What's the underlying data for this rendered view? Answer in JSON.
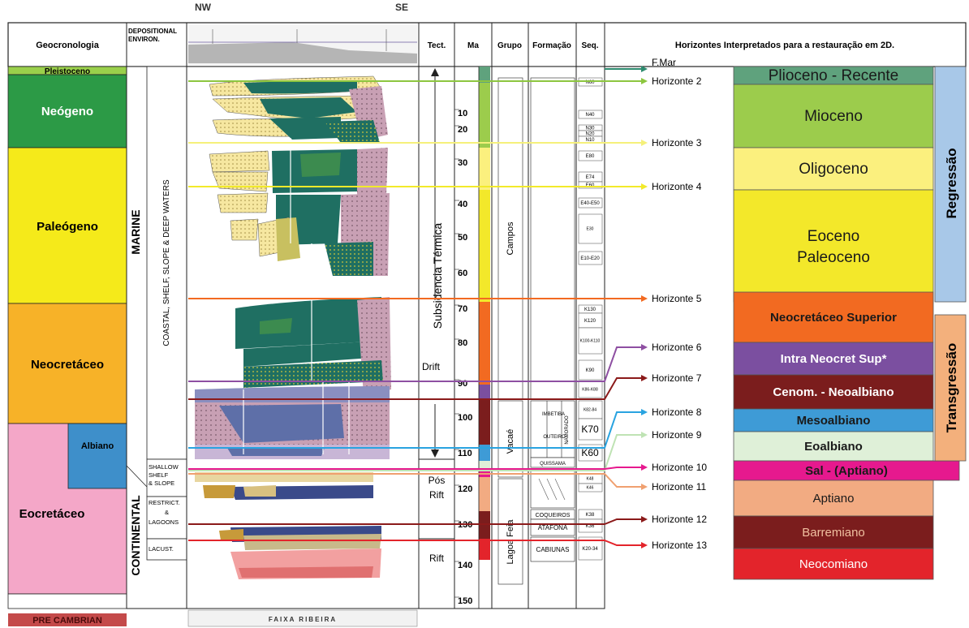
{
  "header": {
    "col_geocronologia": "Geocronologia",
    "col_depositional_1": "DEPOSITIONAL",
    "col_depositional_2": "ENVIRON.",
    "col_tect": "Tect.",
    "col_ma": "Ma",
    "col_grupo": "Grupo",
    "col_formacao": "Formação",
    "col_seq": "Seq.",
    "col_horizontes": "Horizontes Interpretados para a restauração em 2D.",
    "nw": "NW",
    "se": "SE"
  },
  "periods": [
    {
      "label": "Pleistoceno",
      "color": "#9ad04b"
    },
    {
      "label": "Neógeno",
      "color": "#2c9a46"
    },
    {
      "label": "Paleógeno",
      "color": "#f5ea1a"
    },
    {
      "label": "Neocretáceo",
      "color": "#f7b228"
    },
    {
      "label": "Eocretáceo",
      "color": "#f4a7c8"
    }
  ],
  "albiano": {
    "label": "Albiano",
    "color": "#3e8fca"
  },
  "pre_cambrian": "PRE CAMBRIAN",
  "environments": {
    "marine": "MARINE",
    "continental": "CONTINENTAL",
    "coastal": "COASTAL, SHELF, SLOPE & DEEP WATERS",
    "shallow": [
      "SHALLOW",
      "SHELF",
      "& SLOPE"
    ],
    "restrict": [
      "RESTRICT.",
      "&",
      "LAGOONS"
    ],
    "lacust": "LACUST."
  },
  "faixa": "FAIXA RIBEIRA",
  "tectonics": {
    "subsidencia": "Subsidencia Térmica",
    "drift": "Drift",
    "pos": "Pós",
    "rift_1": "Rift",
    "rift_2": "Rift"
  },
  "ma_ticks": [
    "10",
    "20",
    "30",
    "40",
    "50",
    "60",
    "70",
    "80",
    "90",
    "100",
    "110",
    "120",
    "130",
    "140",
    "150"
  ],
  "groups": {
    "campos": "Campos",
    "vacae": "Vacaé",
    "lagoa_feia": "Lagoa Feia"
  },
  "formations": {
    "coqueiros": "COQUEIROS",
    "atafona": "ATAFONA",
    "cabiunas": "CABIUNAS",
    "quissama": "QUISSAMA",
    "outeiro": "OUTEIRO",
    "imbetiba": "IMBETIBA",
    "namorado": "NAMORADO"
  },
  "sequences": [
    "N60",
    "N40",
    "N30",
    "N20",
    "N10",
    "E80",
    "E74",
    "E60",
    "E40-E50",
    "E30",
    "E10-E20",
    "K130",
    "K120",
    "K100-K110",
    "K90",
    "K86-K88",
    "K82-84",
    "K70",
    "K60",
    "K48",
    "K46",
    "K38",
    "K36",
    "K20-34"
  ],
  "horizons": [
    {
      "label": "F.Mar",
      "color": "#2e8b6f"
    },
    {
      "label": "Horizonte 2",
      "color": "#8dc63f"
    },
    {
      "label": "Horizonte 3",
      "color": "#f5f07a"
    },
    {
      "label": "Horizonte 4",
      "color": "#f2ea2a"
    },
    {
      "label": "Horizonte 5",
      "color": "#f26a21"
    },
    {
      "label": "Horizonte 6",
      "color": "#8e4fa2"
    },
    {
      "label": "Horizonte 7",
      "color": "#8b1a1a"
    },
    {
      "label": "Horizonte 8",
      "color": "#29a3e0"
    },
    {
      "label": "Horizonte 9",
      "color": "#bfe3b4"
    },
    {
      "label": "Horizonte 10",
      "color": "#e6198e"
    },
    {
      "label": "Horizonte 11",
      "color": "#f0a070"
    },
    {
      "label": "Horizonte 12",
      "color": "#8b1a1a"
    },
    {
      "label": "Horizonte 13",
      "color": "#e3242b"
    }
  ],
  "legend": [
    {
      "label": "Plioceno - Recente",
      "color": "#5fa27d",
      "text_color": "#1a1a1a"
    },
    {
      "label": "Mioceno",
      "color": "#9ccc4c",
      "text_color": "#1a1a1a"
    },
    {
      "label": "Oligoceno",
      "color": "#fbf07e",
      "text_color": "#1a1a1a"
    },
    {
      "label": "Eoceno",
      "label2": "Paleoceno",
      "color": "#f3e82a",
      "text_color": "#1a1a1a"
    },
    {
      "label": "Neocretáceo Superior",
      "color": "#f26a21",
      "text_color": "#1a1a1a"
    },
    {
      "label": "Intra Neocret Sup*",
      "color": "#7b4fa0",
      "text_color": "#ffffff"
    },
    {
      "label": "Cenom. - Neoalbiano",
      "color": "#7b1d1d",
      "text_color": "#ffffff"
    },
    {
      "label": "Mesoalbiano",
      "color": "#3e9bd6",
      "text_color": "#1a1a1a"
    },
    {
      "label": "Eoalbiano",
      "color": "#dff0d8",
      "text_color": "#1a1a1a"
    },
    {
      "label": "Sal - (Aptiano)",
      "color": "#e6198e",
      "text_color": "#1a1a1a"
    },
    {
      "label": "Aptiano",
      "color": "#f2ab82",
      "text_color": "#1a1a1a"
    },
    {
      "label": "Barremiano",
      "color": "#7b1d1d",
      "text_color": "#f0c0a0"
    },
    {
      "label": "Neocomiano",
      "color": "#e3242b",
      "text_color": "#ffffff"
    }
  ],
  "regressao": "Regressão",
  "transgressao": "Transgressão"
}
